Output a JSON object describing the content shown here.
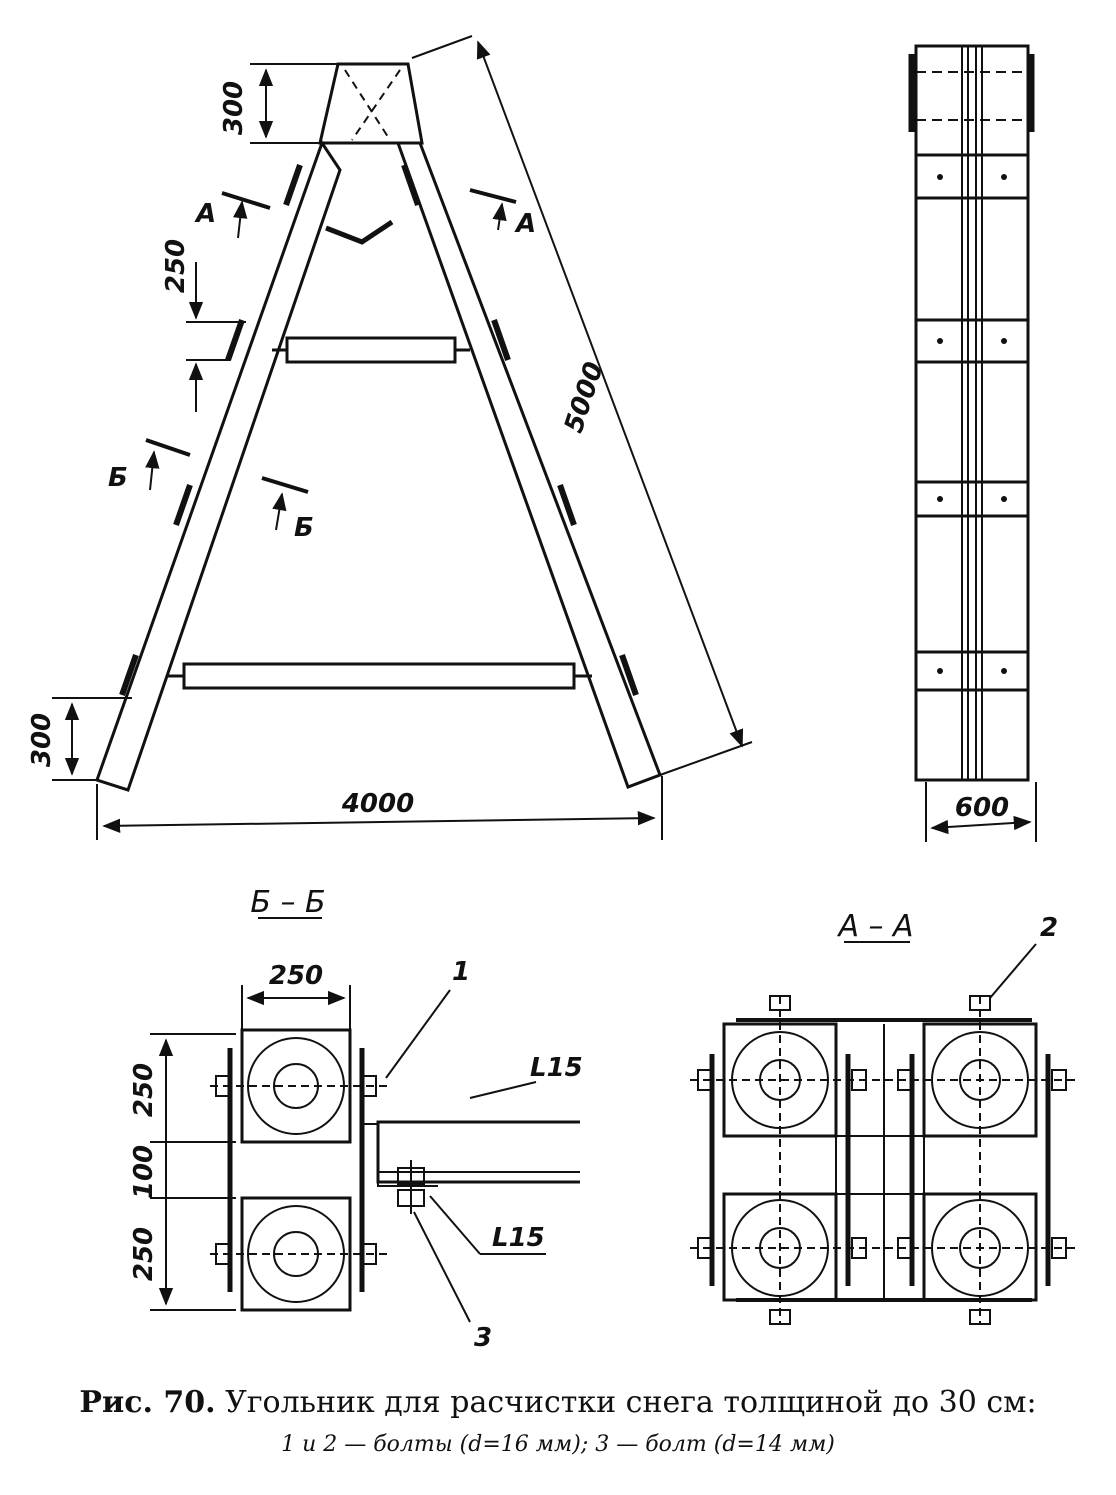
{
  "figure": {
    "caption_label": "Рис. 70.",
    "caption_text": "Угольник для расчистки снега толщиной до 30 см:",
    "caption_legend": "1 и 2 — болты (d=16 мм); 3 — болт (d=14 мм)"
  },
  "front_view": {
    "dim_top_height": "300",
    "dim_bar_spacing": "250",
    "dim_side_length": "5000",
    "dim_bottom_height": "300",
    "dim_base_width": "4000",
    "cut_a_left": "A",
    "cut_a_right": "A",
    "cut_b_left": "Б",
    "cut_b_right": "Б"
  },
  "side_view": {
    "dim_width": "600"
  },
  "section_bb": {
    "title": "Б – Б",
    "dim_width": "250",
    "dim_top": "250",
    "dim_gap": "100",
    "dim_bottom": "250",
    "angle_top": "L15",
    "angle_bottom": "L15",
    "callout_1": "1",
    "callout_3": "3"
  },
  "section_aa": {
    "title": "А – А",
    "callout_2": "2"
  }
}
